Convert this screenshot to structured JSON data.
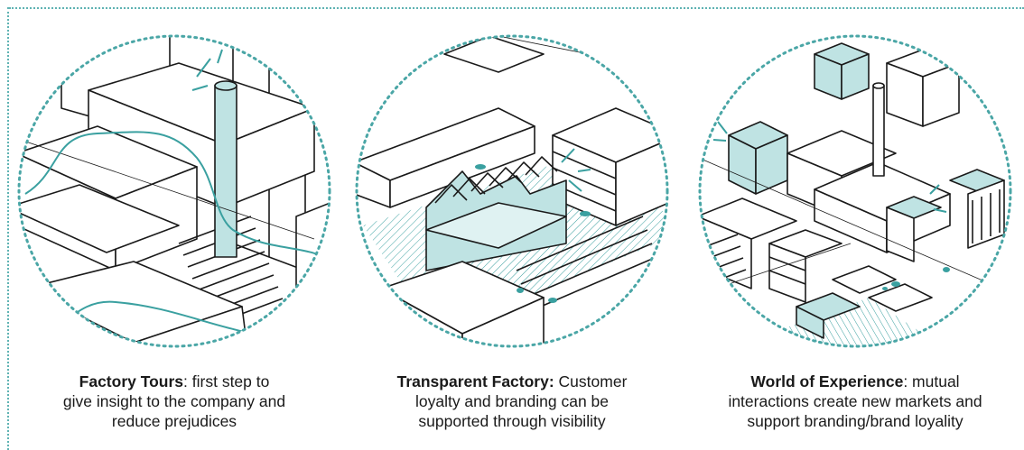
{
  "panels": [
    {
      "title": "Factory Tours",
      "separator": ": ",
      "line1": "first step to",
      "line2": "give insight to the company and",
      "line3": "reduce prejudices"
    },
    {
      "title": "Transparent Factory:",
      "separator": " ",
      "line1": "Customer",
      "line2": "loyalty and branding can be",
      "line3": "supported through visibility"
    },
    {
      "title": "World of Experience",
      "separator": ": ",
      "line1": "mutual",
      "line2": "interactions create new markets and",
      "line3": "support branding/brand loyality"
    }
  ],
  "colors": {
    "accent": "#5fb3b3",
    "fill": "#bfe3e3",
    "ink": "#1a1a1a"
  }
}
